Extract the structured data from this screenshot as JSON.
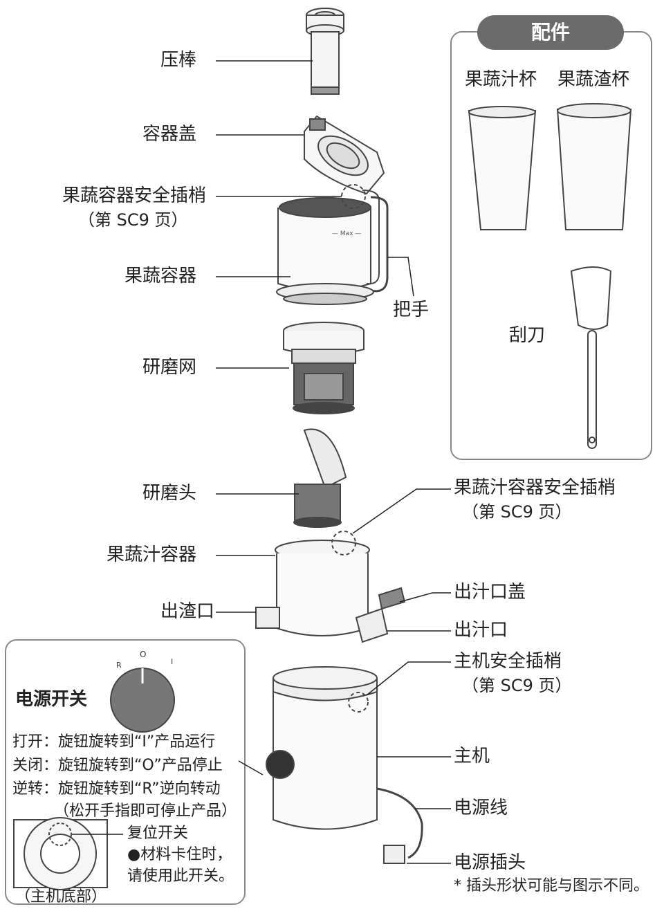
{
  "parts": {
    "press_stick": "压棒",
    "lid": "容器盖",
    "container_pin": "果蔬容器安全插梢",
    "container_pin_ref": "（第 SC9 页）",
    "container": "果蔬容器",
    "handle": "把手",
    "mesh": "研磨网",
    "grind_head": "研磨头",
    "juice_pin": "果蔬汁容器安全插梢",
    "juice_pin_ref": "（第 SC9 页）",
    "juice_container": "果蔬汁容器",
    "spout_cap": "出汁口盖",
    "pulp_outlet": "出渣口",
    "spout": "出汁口",
    "main_pin": "主机安全插梢",
    "main_pin_ref": "（第 SC9 页）",
    "main_unit": "主机",
    "cord": "电源线",
    "plug": "电源插头",
    "plug_note": "* 插头形状可能与图示不同。",
    "cup_scale_text": "— Max —"
  },
  "accessories": {
    "title": "配件",
    "juice_cup": "果蔬汁杯",
    "pulp_cup": "果蔬渣杯",
    "spatula": "刮刀"
  },
  "switch": {
    "title": "电源开关",
    "mark_r": "R",
    "mark_o": "O",
    "mark_i": "I",
    "on": "打开：旋钮旋转到“I”产品运行",
    "off": "关闭：旋钮旋转到“O”产品停止",
    "reverse": "逆转：旋钮旋转到“R”逆向转动",
    "reverse_note": "（松开手指即可停止产品）",
    "reset_title": "复位开关",
    "reset_note1": "●材料卡住时，",
    "reset_note2": "请使用此开关。",
    "bottom_caption": "（主机底部）"
  }
}
